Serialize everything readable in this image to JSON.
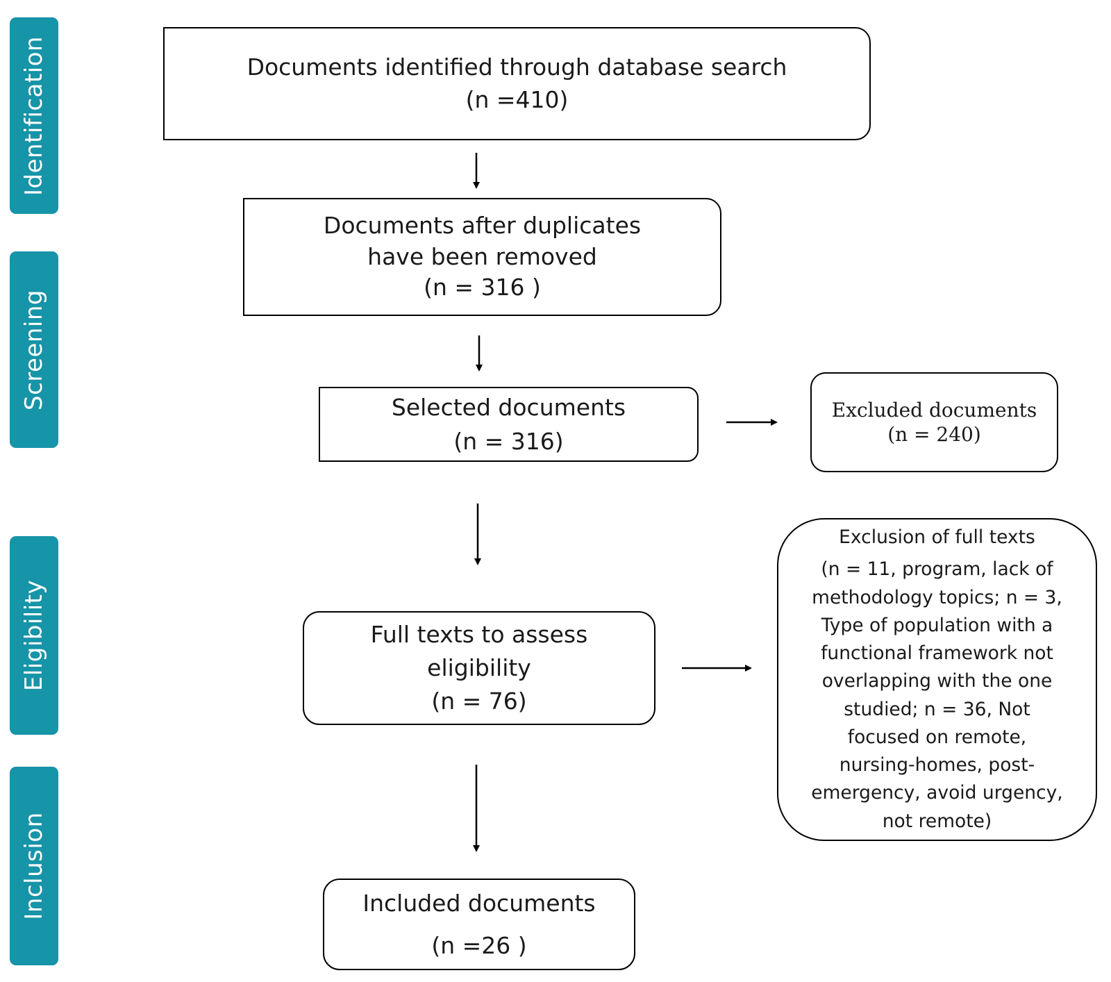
{
  "stages": {
    "identification": "Identification",
    "screening": "Screening",
    "eligibility": "Eligibility",
    "inclusion": "Inclusion"
  },
  "boxes": {
    "identified": {
      "line1": "Documents identified through database search",
      "line2": "(n =410)"
    },
    "after_duplicates": {
      "line1": "Documents after duplicates",
      "line2": "have been removed",
      "line3": "(n = 316 )"
    },
    "selected": {
      "line1": "Selected documents",
      "line2": "(n = 316)"
    },
    "excluded": {
      "line1": "Excluded documents",
      "line2": "(n = 240)"
    },
    "full_texts": {
      "line1": "Full texts to assess",
      "line2": "eligibility",
      "line3": "(n = 76)"
    },
    "exclusion_full_texts": {
      "title": "Exclusion of full texts",
      "lines": [
        "(n = 11, program, lack of",
        "methodology topics; n = 3,",
        "Type of population with a",
        "functional framework not",
        "overlapping with the one",
        "studied; n = 36, Not",
        "focused on remote,",
        "nursing-homes, post-",
        "emergency, avoid urgency,",
        "not remote)"
      ]
    },
    "included": {
      "line1": "Included documents",
      "line2": "(n =26 )"
    }
  },
  "colors": {
    "stage_tab": "#1694a8",
    "stage_text": "#ffffff",
    "border": "#000000"
  }
}
